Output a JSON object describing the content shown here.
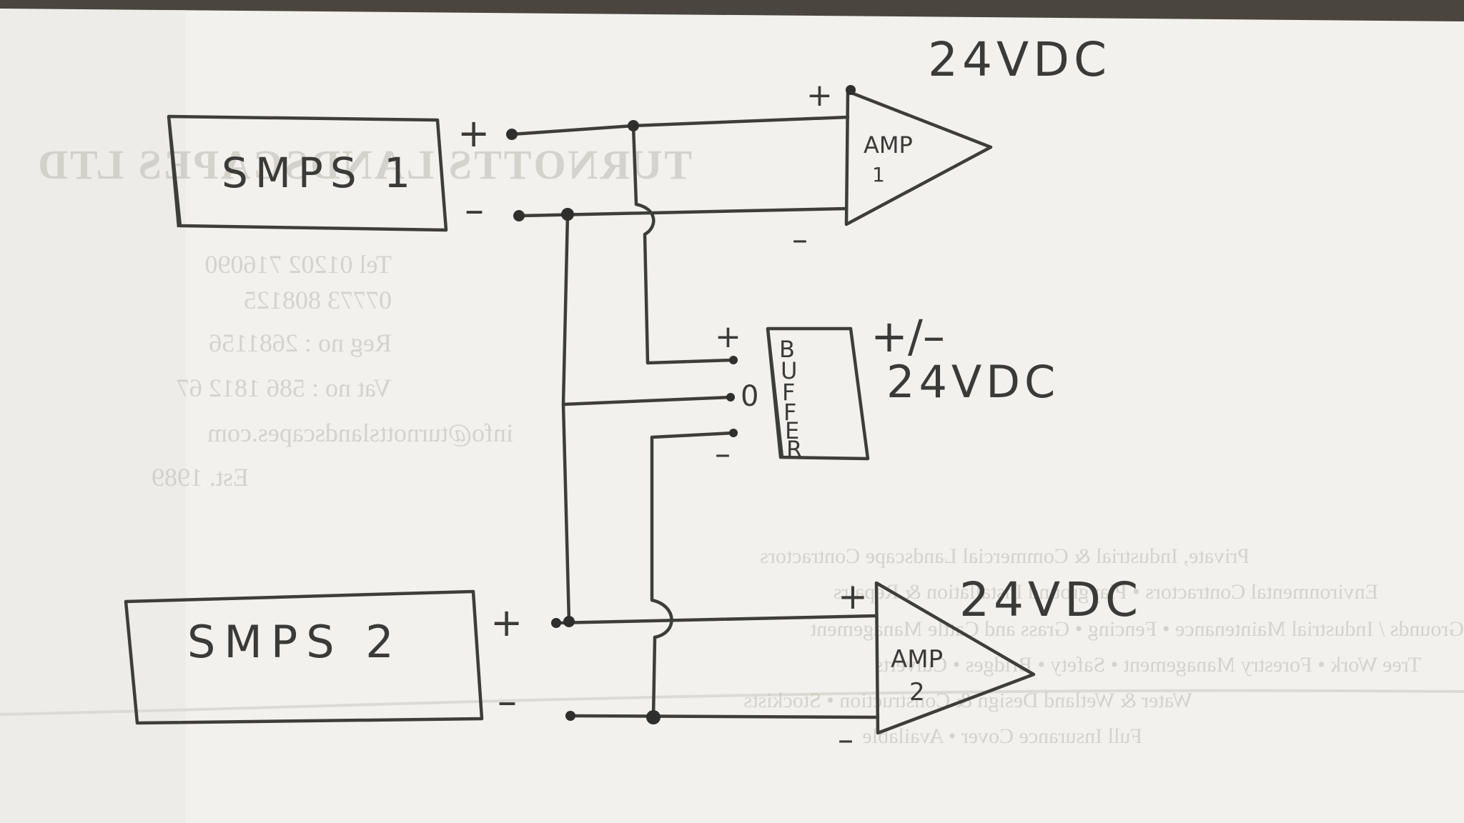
{
  "diagram": {
    "smps1": {
      "label": "SMPS 1",
      "plus": "+",
      "minus": "–"
    },
    "smps2": {
      "label": "SMPS 2",
      "plus": "+",
      "minus": "–"
    },
    "amp1": {
      "label_top": "AMP",
      "label_bottom": "1",
      "plus": "+",
      "minus": "–",
      "voltage": "24VDC"
    },
    "amp2": {
      "label_top": "AMP",
      "label_bottom": "2",
      "plus": "+",
      "minus": "–",
      "voltage": "24VDC"
    },
    "buffer": {
      "letters": [
        "B",
        "U",
        "F",
        "F",
        "E",
        "R"
      ],
      "plus": "+",
      "zero": "0",
      "minus": "–",
      "voltage_line1": "+/–",
      "voltage_line2": "24VDC"
    }
  },
  "bleed_through": [
    "TURNOTTS LANDSCAPES LTD",
    "Tel 01202 716090",
    "07773 808125",
    "Reg no : 2681156",
    "Vat no : 586 1812 67",
    "info@turnottslandscapes.com",
    "Est. 1989",
    "Private, Industrial & Commercial Landscape Contractors",
    "Environmental Contractors • Playground Installation & Repairs",
    "Grounds / Industrial Maintenance • Fencing • Grass and Cattle Management",
    "Tree Work • Forestry Management • Safety • Bridges • Culverts",
    "Water & Wetland Design & Construction • Stockists",
    "Full Insurance Cover • Available"
  ],
  "colors": {
    "paper": "#f4f3ef",
    "ink": "#3d3d3a",
    "ghost_text": "#bdbab2",
    "background": "#4a463f"
  }
}
